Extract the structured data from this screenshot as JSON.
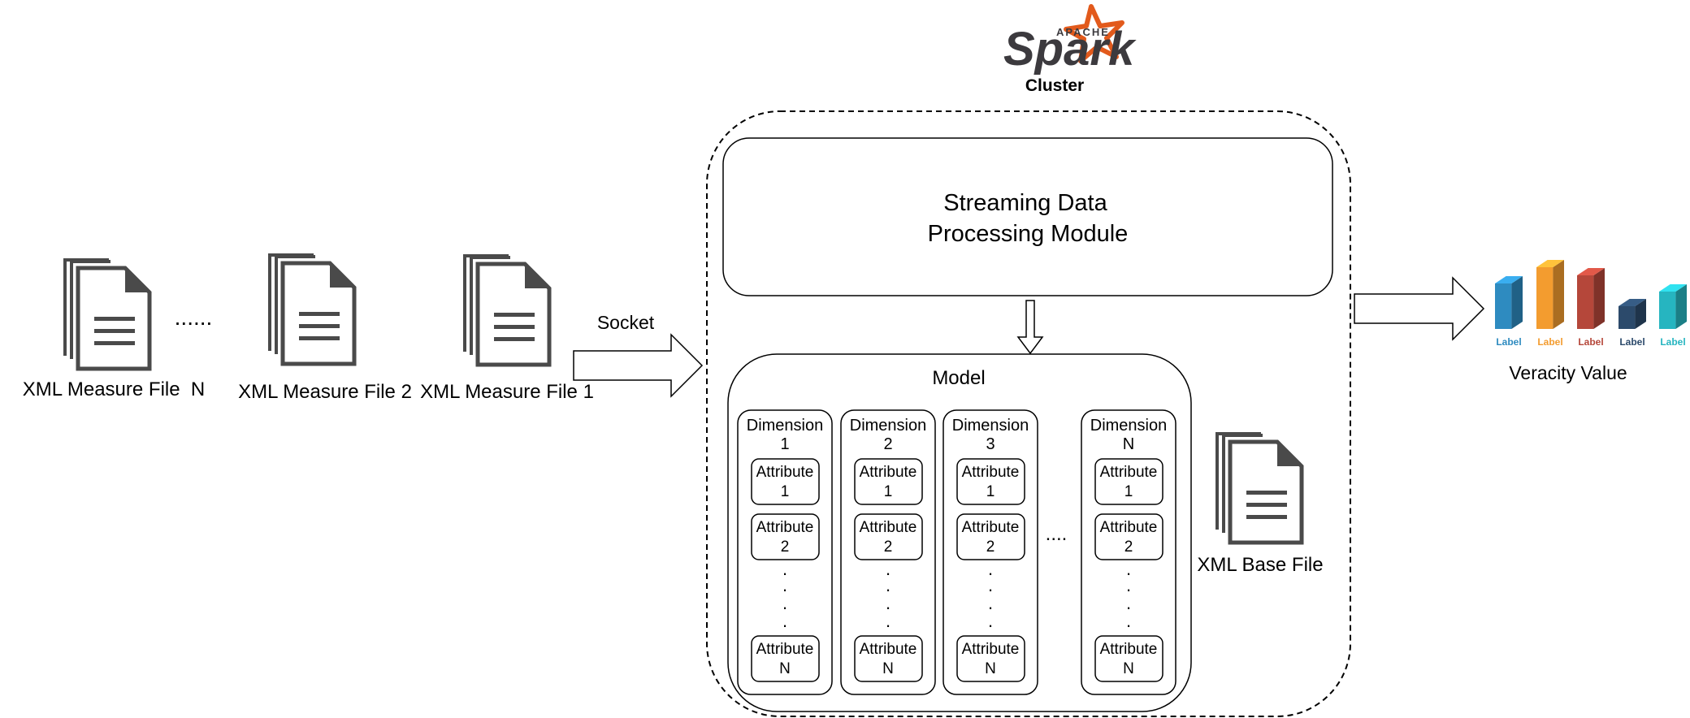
{
  "spark": {
    "apache_label": "APACHE",
    "spark_label": "Spark",
    "cluster_label": "Cluster"
  },
  "colors": {
    "spark_orange": "#E25A1C",
    "spark_gray": "#3C3A3E",
    "doc_gray": "#4A4A4A"
  },
  "inputs": {
    "files": [
      {
        "label": "XML Measure File  N"
      },
      {
        "label": "XML Measure File 2"
      },
      {
        "label": "XML Measure File 1"
      }
    ],
    "ellipsis": "......",
    "socket_label": "Socket"
  },
  "streaming_module": {
    "line1": "Streaming Data",
    "line2": "Processing Module"
  },
  "model": {
    "title": "Model",
    "dimensions": [
      {
        "name_line1": "Dimension",
        "name_line2": "1",
        "attr1": [
          "Attribute",
          "1"
        ],
        "attr2": [
          "Attribute",
          "2"
        ],
        "attrN": [
          "Attribute",
          "N"
        ]
      },
      {
        "name_line1": "Dimension",
        "name_line2": "2",
        "attr1": [
          "Attribute",
          "1"
        ],
        "attr2": [
          "Attribute",
          "2"
        ],
        "attrN": [
          "Attribute",
          "N"
        ]
      },
      {
        "name_line1": "Dimension",
        "name_line2": "3",
        "attr1": [
          "Attribute",
          "1"
        ],
        "attr2": [
          "Attribute",
          "2"
        ],
        "attrN": [
          "Attribute",
          "N"
        ]
      },
      {
        "name_line1": "Dimension",
        "name_line2": "N",
        "attr1": [
          "Attribute",
          "1"
        ],
        "attr2": [
          "Attribute",
          "2"
        ],
        "attrN": [
          "Attribute",
          "N"
        ]
      }
    ],
    "between_dims_ellipsis": "....",
    "vertical_dot": "."
  },
  "base_file": {
    "label": "XML Base File"
  },
  "output": {
    "label": "Veracity Value",
    "bars": [
      {
        "label": "Label",
        "color": "#2E8BC0"
      },
      {
        "label": "Label",
        "color": "#F39C2F"
      },
      {
        "label": "Label",
        "color": "#B5473A"
      },
      {
        "label": "Label",
        "color": "#2C4A6B"
      },
      {
        "label": "Label",
        "color": "#26B5C0"
      }
    ]
  }
}
